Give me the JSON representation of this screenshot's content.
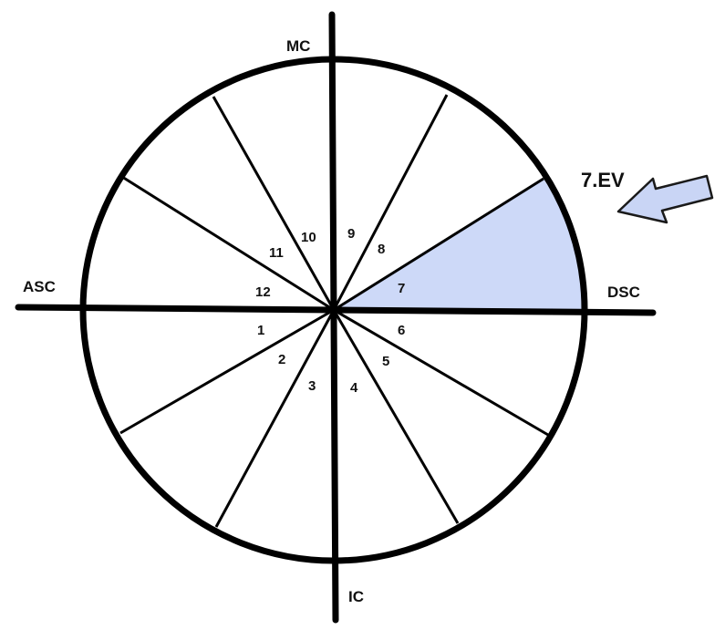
{
  "axes": {
    "top": "MC",
    "left": "ASC",
    "right": "DSC",
    "bottom": "IC"
  },
  "houses": [
    "1",
    "2",
    "3",
    "4",
    "5",
    "6",
    "7",
    "8",
    "9",
    "10",
    "11",
    "12"
  ],
  "highlight": {
    "house": "7",
    "label": "7.EV",
    "fill": "#cdd9f8",
    "arrow_fill": "#c9d5f5"
  },
  "colors": {
    "line": "#000000",
    "background": "#ffffff"
  }
}
